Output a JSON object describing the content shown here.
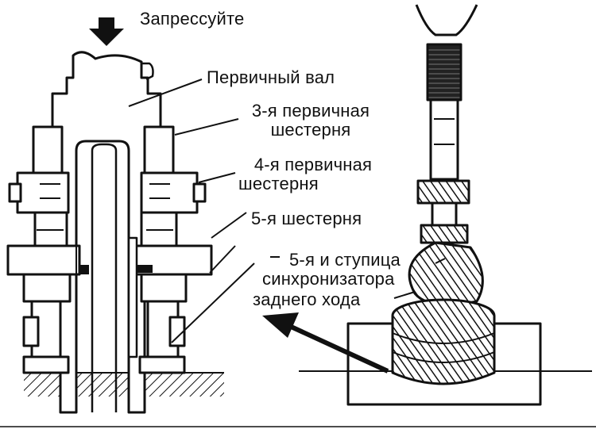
{
  "labels": {
    "press": "Запрессуйте",
    "input_shaft": "Первичный вал",
    "gear3_line1": "3-я первичная",
    "gear3_line2": "шестерня",
    "gear4_line1": "4-я первичная",
    "gear4_line2": "шестерня",
    "gear5": "5-я шестерня",
    "hub_line1": "5-я и ступица",
    "hub_line2": "синхронизатора",
    "hub_line3": "заднего хода"
  },
  "icons": {
    "press_arrow": "down-arrow-icon",
    "direction_arrow": "diagonal-arrow-icon"
  },
  "colors": {
    "ink": "#111111",
    "paper": "#ffffff"
  }
}
